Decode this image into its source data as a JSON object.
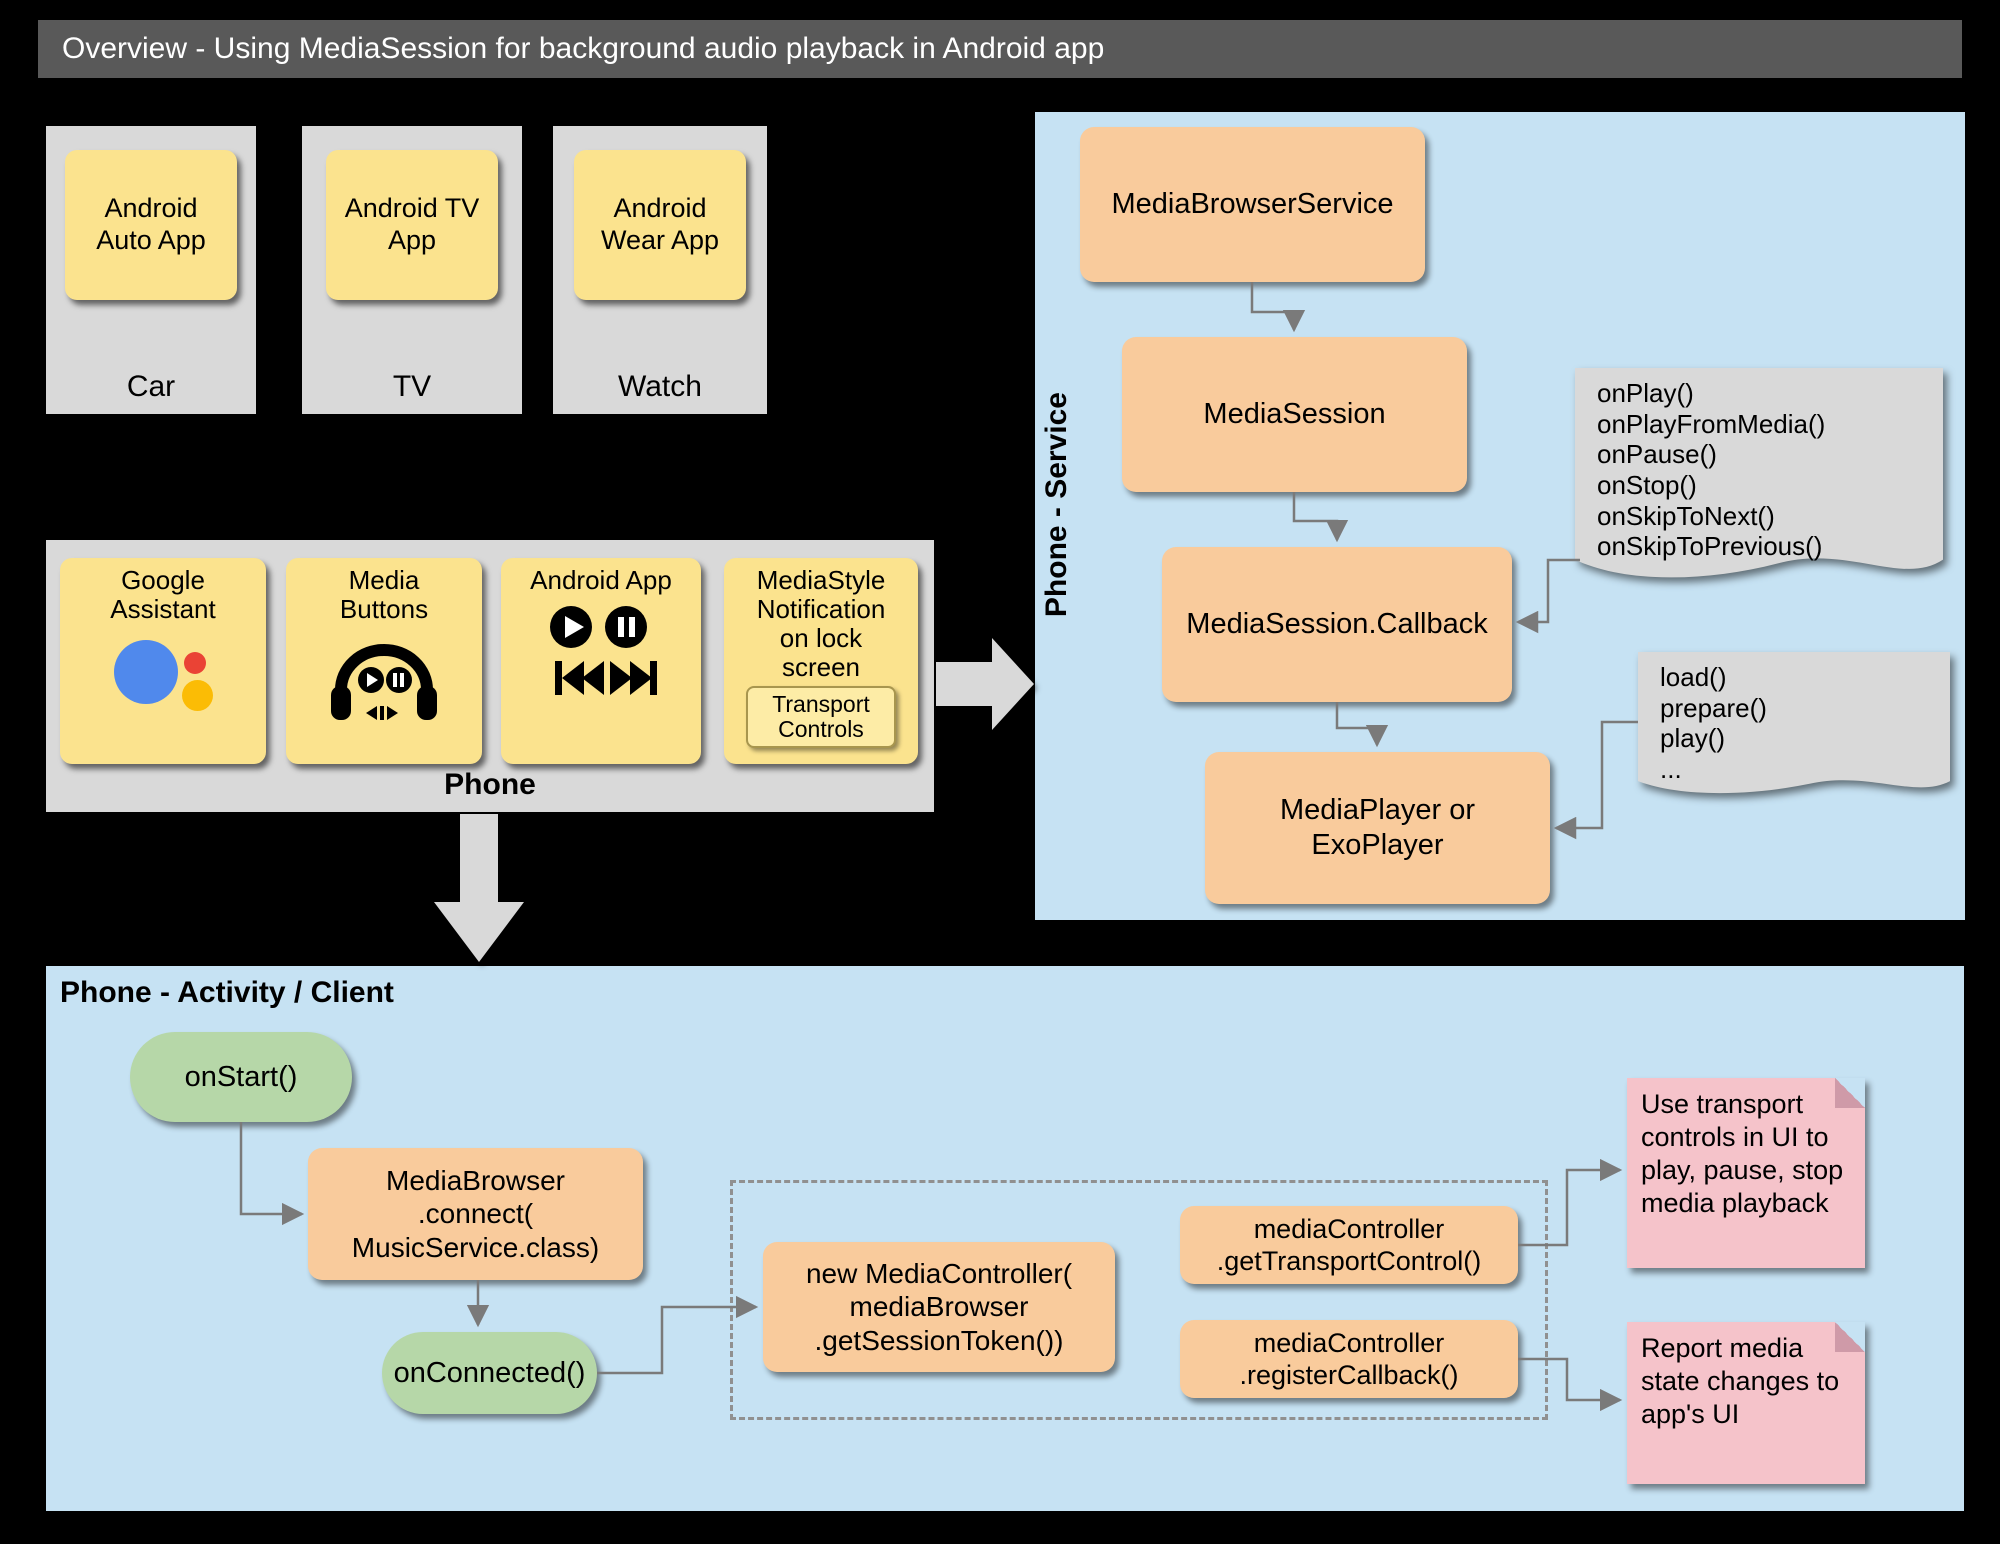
{
  "title": "Overview - Using MediaSession for background audio playback in Android app",
  "colors": {
    "background": "#000000",
    "title_bar": "#595959",
    "panel_gray": "#d9d9d9",
    "panel_blue": "#c6e2f3",
    "box_yellow": "#fbe38e",
    "box_orange": "#f9cb9c",
    "box_green": "#b6d7a8",
    "note_pink": "#f5c3ca",
    "connector_gray": "#7a7a7a",
    "assistant_blue": "#5089ec",
    "assistant_red": "#ea4335",
    "assistant_yellow": "#fbbc05"
  },
  "device_panels": [
    {
      "box": "Android\nAuto App",
      "label": "Car"
    },
    {
      "box": "Android TV\nApp",
      "label": "TV"
    },
    {
      "box": "Android\nWear App",
      "label": "Watch"
    }
  ],
  "phone_panel": {
    "label": "Phone",
    "items": [
      {
        "label": "Google\nAssistant",
        "icon": "google-assistant-icon"
      },
      {
        "label": "Media\nButtons",
        "icon": "headphones-icon"
      },
      {
        "label": "Android App",
        "icon": "playback-controls-icon"
      },
      {
        "label": "MediaStyle\nNotification\non lock\nscreen",
        "icon": "transport-controls-box",
        "sub_label": "Transport\nControls"
      }
    ]
  },
  "service_panel": {
    "label": "Phone - Service",
    "boxes": {
      "browser_service": "MediaBrowserService",
      "session": "MediaSession",
      "callback": "MediaSession.Callback",
      "player": "MediaPlayer or\nExoPlayer"
    },
    "callouts": {
      "callback_methods": "onPlay()\nonPlayFromMedia()\nonPause()\nonStop()\nonSkipToNext()\nonSkipToPrevious()",
      "player_methods": "load()\nprepare()\nplay()\n..."
    }
  },
  "client_panel": {
    "label": "Phone - Activity / Client",
    "on_start": "onStart()",
    "media_browser_connect": "MediaBrowser\n.connect(\nMusicService.class)",
    "on_connected": "onConnected()",
    "new_media_controller": "new MediaController(\nmediaBrowser\n.getSessionToken())",
    "get_transport_control": "mediaController\n.getTransportControl()",
    "register_callback": "mediaController\n.registerCallback()",
    "note_transport": "Use transport controls in UI to play, pause, stop media playback",
    "note_report": "Report media state changes to app's UI"
  }
}
